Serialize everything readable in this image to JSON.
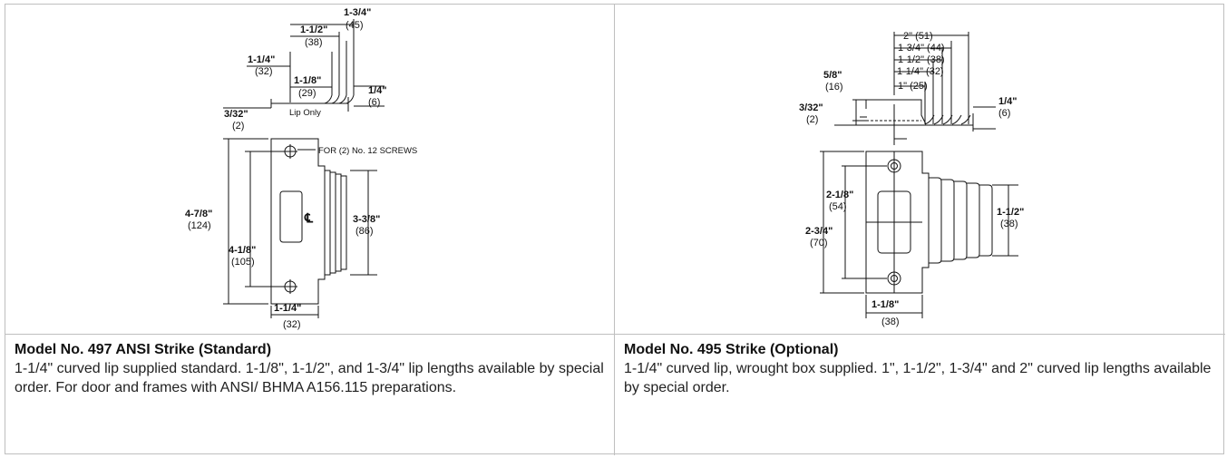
{
  "strike_497": {
    "title": "Model No. 497 ANSI Strike (Standard)",
    "description": "1-1/4\" curved lip supplied standard.  1-1/8\", 1-1/2\", and 1-3/4\" lip lengths available by special order. For door and frames with ANSI/ BHMA A156.115 preparations.",
    "dims": {
      "lip_1_3_4": "1-3/4\"",
      "lip_1_3_4_mm": "(45)",
      "lip_1_1_2": "1-1/2\"",
      "lip_1_1_2_mm": "(38)",
      "lip_1_1_4": "1-1/4\"",
      "lip_1_1_4_mm": "(32)",
      "lip_1_1_8": "1-1/8\"",
      "lip_1_1_8_mm": "(29)",
      "thick_1_4": "1/4\"",
      "thick_1_4_mm": "(6)",
      "lip_3_32": "3/32\"",
      "lip_3_32_mm": "(2)",
      "lip_only": "Lip Only",
      "screws": "FOR (2) No. 12 SCREWS",
      "height_4_7_8": "4-7/8\"",
      "height_4_7_8_mm": "(124)",
      "height_4_1_8": "4-1/8\"",
      "height_4_1_8_mm": "(105)",
      "box_3_3_8": "3-3/8\"",
      "box_3_3_8_mm": "(86)",
      "width_1_1_4": "1-1/4\"",
      "width_1_1_4_mm": "(32)",
      "centerline": "℄"
    }
  },
  "strike_495": {
    "title": "Model No. 495 Strike (Optional)",
    "description": "1-1/4\" curved lip, wrought box supplied. 1\", 1-1/2\", 1-3/4\" and 2\" curved lip lengths available by special order.",
    "dims": {
      "lip_2": "2\" (51)",
      "lip_1_3_4": "1-3/4\" (44)",
      "lip_1_1_2": "1-1/2\" (38)",
      "lip_1_1_4": "1-1/4\" (32)",
      "lip_1": "1\" (25)",
      "box_5_8": "5/8\"",
      "box_5_8_mm": "(16)",
      "lip_3_32": "3/32\"",
      "lip_3_32_mm": "(2)",
      "thick_1_4": "1/4\"",
      "thick_1_4_mm": "(6)",
      "h_2_1_8": "2-1/8\"",
      "h_2_1_8_mm": "(54)",
      "h_2_3_4": "2-3/4\"",
      "h_2_3_4_mm": "(70)",
      "w_1_1_2": "1-1/2\"",
      "w_1_1_2_mm": "(38)",
      "w_1_1_8": "1-1/8\"",
      "w_1_1_8_mm": "(38)"
    }
  }
}
